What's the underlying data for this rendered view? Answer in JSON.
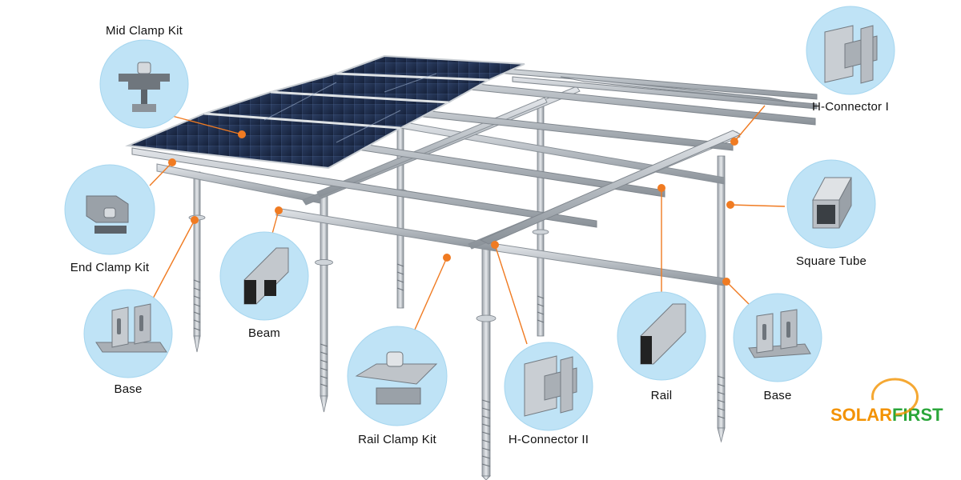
{
  "labels": {
    "mid_clamp_kit": "Mid Clamp Kit",
    "end_clamp_kit": "End Clamp Kit",
    "base_left": "Base",
    "beam": "Beam",
    "rail_clamp_kit": "Rail Clamp Kit",
    "h_connector_2": "H-Connector II",
    "rail": "Rail",
    "base_right": "Base",
    "square_tube": "Square Tube",
    "h_connector_1": "H-Connector I"
  },
  "logo": {
    "part1": "SOLAR",
    "part2": "FIRST"
  },
  "colors": {
    "bubble": "#bfe3f6",
    "bubble_edge": "#a6d6ef",
    "leader": "#f07b22",
    "steel": "#b9bec4",
    "steel_dark": "#8d949b",
    "panel": "#1e2c4a",
    "panel_grid": "#4d6a96",
    "logo_orange": "#f39200",
    "logo_green": "#2aa63a"
  }
}
